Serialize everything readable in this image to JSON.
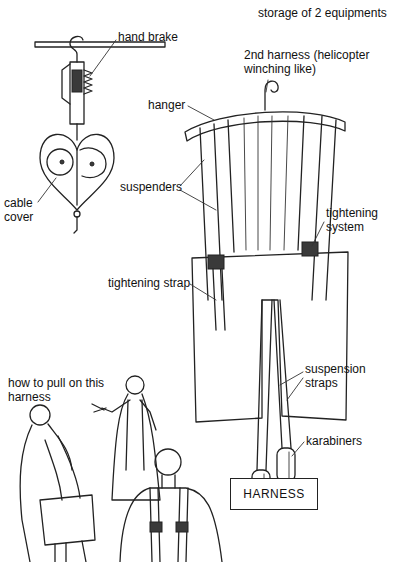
{
  "diagram": {
    "title": "storage of 2 equipments",
    "nodes": [
      {
        "text": [
          "HARNESS"
        ]
      }
    ],
    "labels": [
      "hand brake",
      "cable cover",
      "2nd harness (helicopter winching like)",
      "hanger",
      "suspenders",
      "tightening system",
      "tightening strap",
      "suspension straps",
      "karabiners",
      "how to pull on this harness"
    ]
  }
}
